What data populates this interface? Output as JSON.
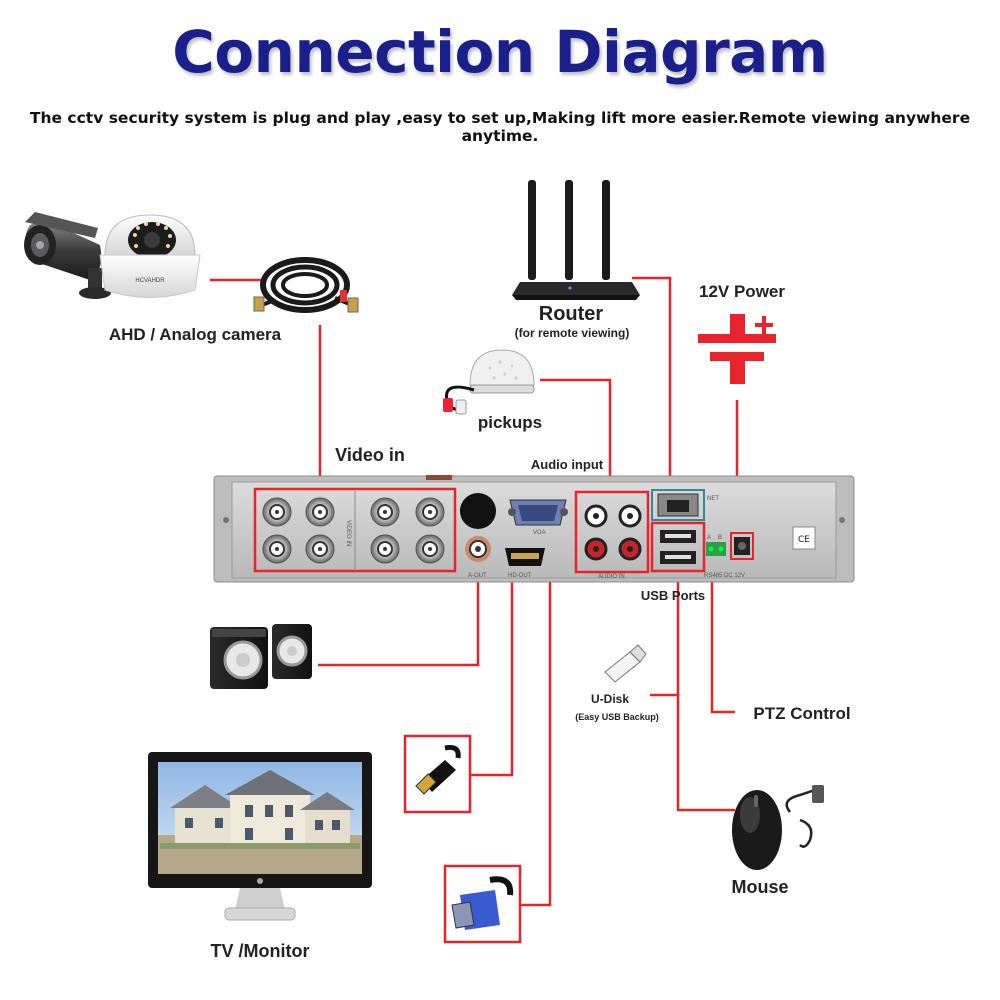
{
  "title": "Connection Diagram",
  "subtitle": "The cctv security system is plug and play ,easy to set up,Making lift more easier.Remote viewing anywhere anytime.",
  "labels": {
    "camera": "AHD / Analog camera",
    "router": "Router",
    "router_note": "(for remote viewing)",
    "power": "12V Power",
    "pickups": "pickups",
    "video_in": "Video in",
    "audio_input": "Audio input",
    "usb_ports": "USB Ports",
    "udisk": "U-Disk",
    "udisk_note": "(Easy USB Backup)",
    "ptz": "PTZ Control",
    "mouse": "Mouse",
    "tv": "TV /Monitor"
  },
  "panel_text": {
    "video_in": "VIDEO IN",
    "a_out": "A-OUT",
    "hd_out": "HD-OUT",
    "vga": "VGA",
    "audio_in": "AUDIO IN",
    "net": "NET",
    "rs485": "RS485 DC 12V",
    "a": "A",
    "b": "B",
    "camera_brand": "HCVAHDR"
  },
  "colors": {
    "title": "#1a1f8c",
    "connector_line": "#e8232b",
    "dvr_body": "#c9c9c9"
  },
  "icons": [
    "bullet-camera-icon",
    "dome-camera-icon",
    "bnc-cable-icon",
    "router-icon",
    "power-symbol-icon",
    "microphone-pickup-icon",
    "speakers-icon",
    "hdmi-cable-icon",
    "vga-cable-icon",
    "usb-disk-icon",
    "mouse-icon",
    "monitor-icon"
  ]
}
